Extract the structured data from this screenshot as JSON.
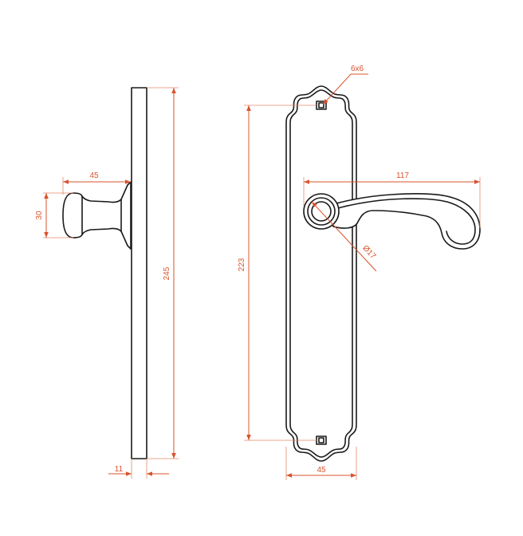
{
  "dimensions": {
    "knob_length": "45",
    "knob_height": "30",
    "plate_height": "245",
    "plate_thickness": "11",
    "screw_spacing": "223",
    "spindle_square": "6x6",
    "lever_length": "117",
    "rose_diameter": "Ø17",
    "plate_width": "45"
  },
  "colors": {
    "dimension": "#d9532c",
    "outline": "#1a1a1a",
    "background": "#ffffff"
  }
}
